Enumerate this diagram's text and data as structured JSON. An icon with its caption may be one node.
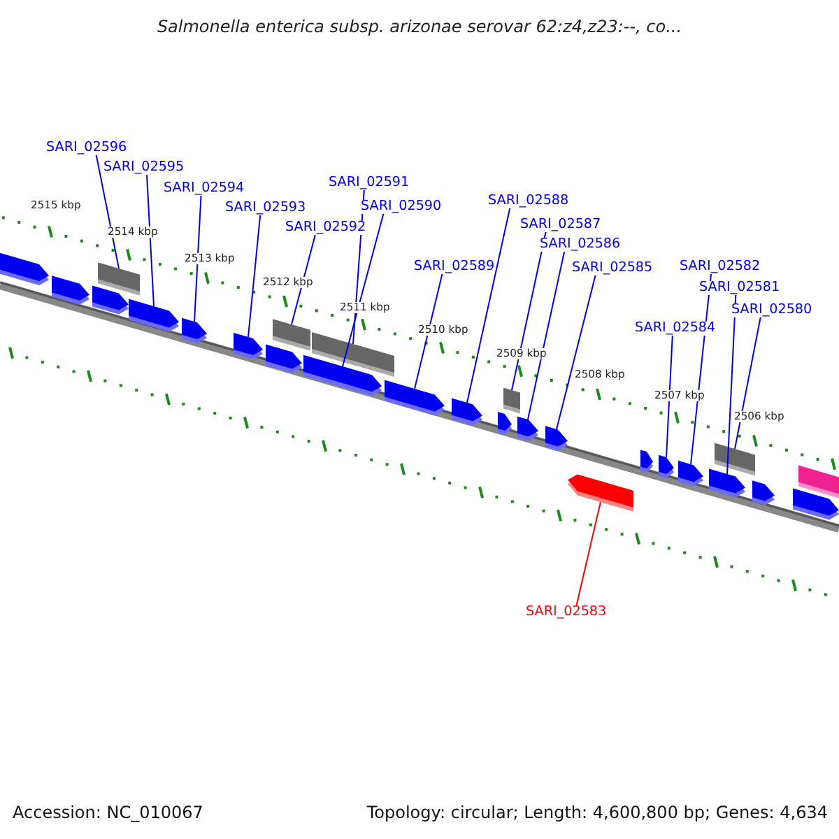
{
  "diagram": {
    "title": "Salmonella enterica subsp. arizonae serovar 62:z4,z23:--, co...",
    "nodes": [
      {
        "text": [
          "SARI_02596"
        ]
      },
      {
        "text": [
          "SARI_02595"
        ]
      },
      {
        "text": [
          "SARI_02594"
        ]
      },
      {
        "text": [
          "SARI_02593"
        ]
      },
      {
        "text": [
          "SARI_02592"
        ]
      },
      {
        "text": [
          "SARI_02591"
        ]
      },
      {
        "text": [
          "SARI_02590"
        ]
      },
      {
        "text": [
          "SARI_02589"
        ]
      },
      {
        "text": [
          "SARI_02588"
        ]
      },
      {
        "text": [
          "SARI_02587"
        ]
      },
      {
        "text": [
          "SARI_02586"
        ]
      },
      {
        "text": [
          "SARI_02585"
        ]
      },
      {
        "text": [
          "SARI_02584"
        ]
      },
      {
        "text": [
          "SARI_02582"
        ]
      },
      {
        "text": [
          "SARI_02581"
        ]
      },
      {
        "text": [
          "SARI_02580"
        ]
      },
      {
        "text": [
          "SARI_02583"
        ]
      },
      {
        "text": [],
        "shape": "bar"
      },
      {
        "text": [],
        "shape": "bar"
      },
      {
        "text": [],
        "shape": "bar"
      },
      {
        "text": [],
        "shape": "bar"
      },
      {
        "text": [],
        "shape": "bar"
      },
      {
        "text": [],
        "shape": "bar"
      },
      {
        "text": [],
        "shape": "bar"
      },
      {
        "text": [],
        "shape": "bar"
      },
      {
        "text": [],
        "shape": "bar"
      },
      {
        "text": [],
        "shape": "bar"
      },
      {
        "text": [],
        "shape": "bar"
      },
      {
        "text": [],
        "shape": "bar"
      },
      {
        "text": [],
        "shape": "bar"
      },
      {
        "text": [],
        "shape": "bar"
      },
      {
        "text": [],
        "shape": "bar"
      },
      {
        "text": [],
        "shape": "bar"
      },
      {
        "text": [],
        "shape": "bar"
      },
      {
        "text": [],
        "shape": "bar"
      },
      {
        "text": [],
        "shape": "bar"
      },
      {
        "text": [],
        "shape": "bar"
      },
      {
        "text": [],
        "shape": "bar"
      },
      {
        "text": [],
        "shape": "bar"
      },
      {
        "text": [],
        "shape": "bar"
      },
      {
        "text": [],
        "shape": "bar"
      },
      {
        "text": [],
        "shape": "bar"
      },
      {
        "text": [],
        "shape": "bar"
      }
    ],
    "edges": [
      {
        "from": 0,
        "to": 20,
        "arrow": "none"
      },
      {
        "from": 1,
        "to": 21,
        "arrow": "none"
      },
      {
        "from": 2,
        "to": 22,
        "arrow": "none"
      },
      {
        "from": 3,
        "to": 23,
        "arrow": "none"
      },
      {
        "from": 4,
        "to": 25,
        "arrow": "none"
      },
      {
        "from": 5,
        "to": 27,
        "arrow": "none"
      },
      {
        "from": 6,
        "to": 26,
        "arrow": "none"
      },
      {
        "from": 7,
        "to": 28,
        "arrow": "none"
      },
      {
        "from": 8,
        "to": 29,
        "arrow": "none"
      },
      {
        "from": 9,
        "to": 31,
        "arrow": "none"
      },
      {
        "from": 10,
        "to": 32,
        "arrow": "none"
      },
      {
        "from": 11,
        "to": 33,
        "arrow": "none"
      },
      {
        "from": 12,
        "to": 36,
        "arrow": "none"
      },
      {
        "from": 13,
        "to": 37,
        "arrow": "none"
      },
      {
        "from": 14,
        "to": 38,
        "arrow": "none"
      },
      {
        "from": 15,
        "to": 39,
        "arrow": "none"
      },
      {
        "from": 16,
        "to": 34,
        "arrow": "none",
        "color": "#ff0000"
      }
    ],
    "labels": [
      "2515 kbp",
      "2514 kbp",
      "2513 kbp",
      "2512 kbp",
      "2511 kbp",
      "2510 kbp",
      "2509 kbp",
      "2508 kbp",
      "2507 kbp",
      "2506 kbp",
      "Accession: NC_010067",
      "Topology: circular; Length: 4,600,800 bp; Genes: 4,634"
    ]
  }
}
